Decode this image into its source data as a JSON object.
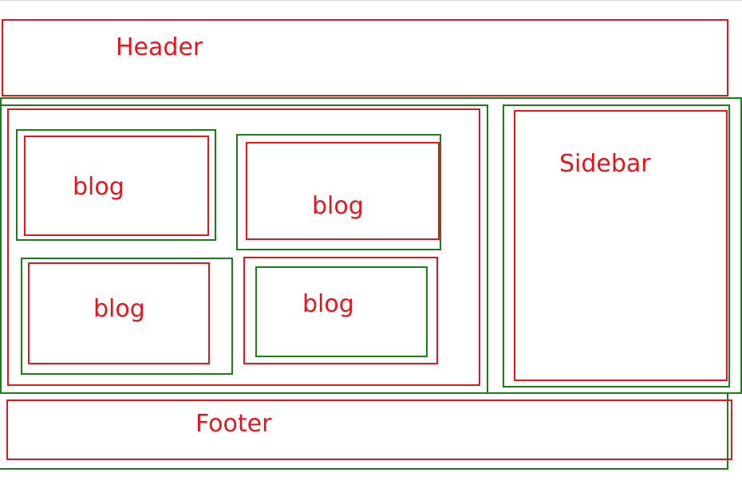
{
  "colors": {
    "red_box": "#e8141c",
    "green_box": "#1a7f1a",
    "label": "#e8141c"
  },
  "header": {
    "label": "Header"
  },
  "blogs": [
    {
      "label": "blog"
    },
    {
      "label": "blog"
    },
    {
      "label": "blog"
    },
    {
      "label": "blog"
    }
  ],
  "sidebar": {
    "label": "Sidebar"
  },
  "footer": {
    "label": "Footer"
  }
}
